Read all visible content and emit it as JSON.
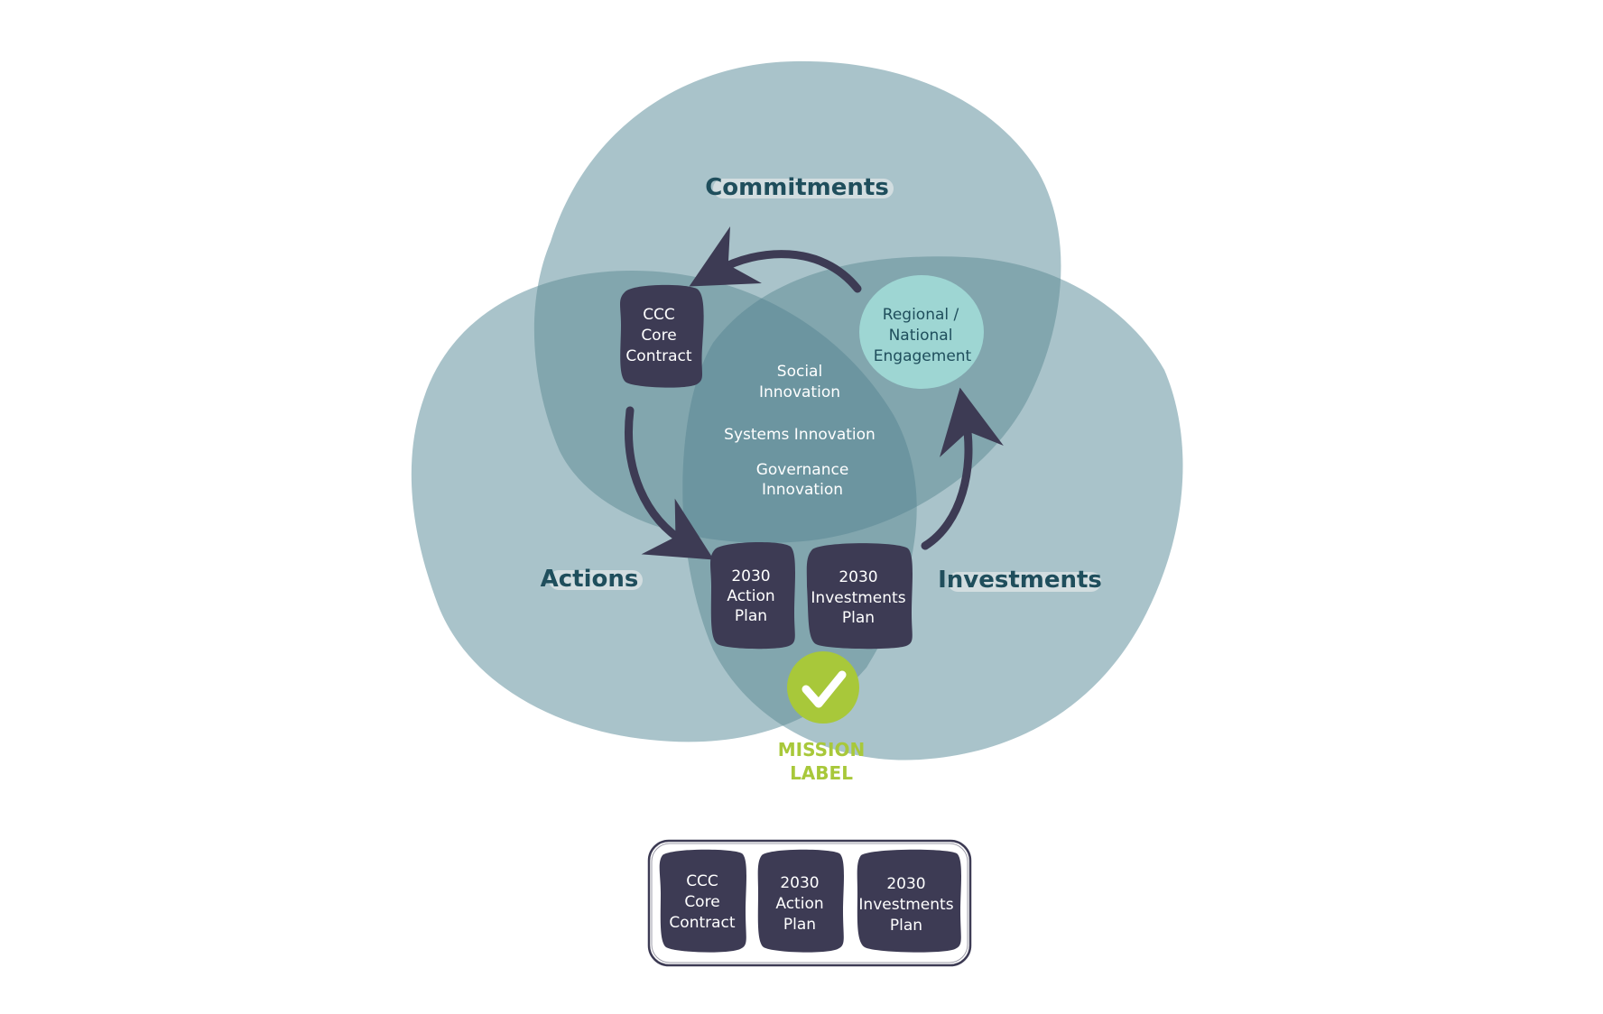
{
  "circles": {
    "commitments": "Commitments",
    "actions": "Actions",
    "investments": "Investments"
  },
  "center": {
    "line1": "Social",
    "line2": "Innovation",
    "line3": "Systems Innovation",
    "line4": "Governance",
    "line5": "Innovation"
  },
  "engagement": {
    "line1": "Regional /",
    "line2": "National",
    "line3": "Engagement"
  },
  "ccc": {
    "line1": "CCC",
    "line2": "Core",
    "line3": "Contract"
  },
  "action_plan": {
    "line1": "2030",
    "line2": "Action",
    "line3": "Plan"
  },
  "investments_plan": {
    "line1": "2030",
    "line2": "Investments",
    "line3": "Plan"
  },
  "mission": {
    "line1": "MISSION",
    "line2": "LABEL"
  },
  "bundle": {
    "ccc": {
      "line1": "CCC",
      "line2": "Core",
      "line3": "Contract"
    },
    "action_plan": {
      "line1": "2030",
      "line2": "Action",
      "line3": "Plan"
    },
    "investments_plan": {
      "line1": "2030",
      "line2": "Investments",
      "line3": "Plan"
    }
  },
  "colors": {
    "blob": "#a9c3ca",
    "overlap2": "#82a6ae",
    "overlap3": "#6c95a0",
    "box": "#3d3b54",
    "engagement": "#9ed6d3",
    "mission": "#a8c83a",
    "title_text": "#1f4e5c"
  }
}
